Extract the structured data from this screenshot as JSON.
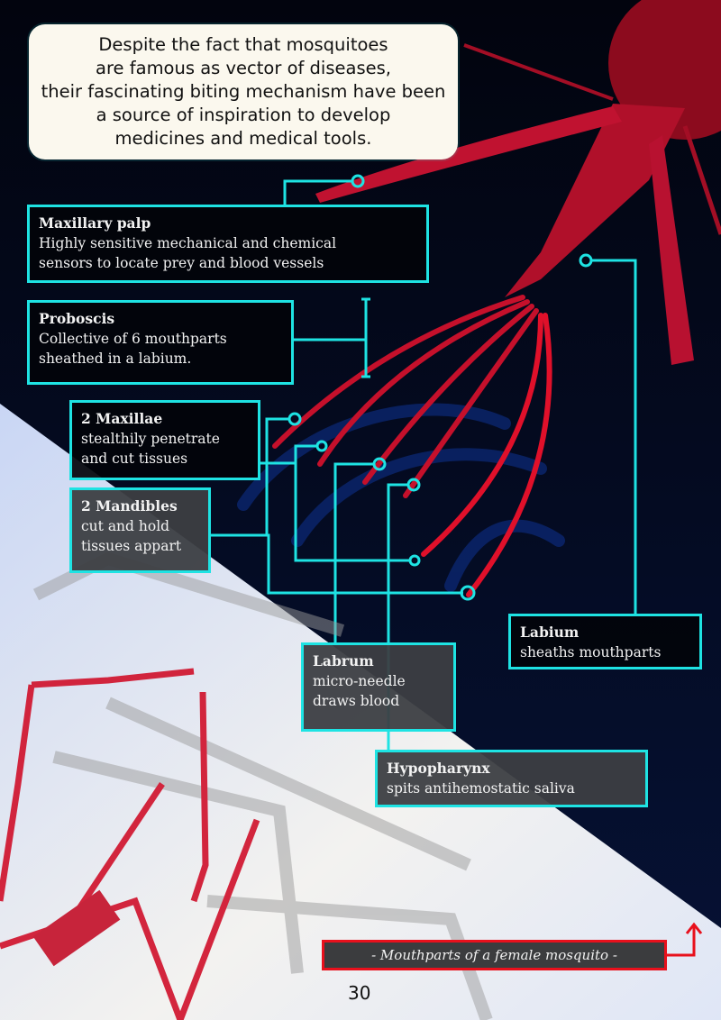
{
  "intro": {
    "lines": [
      "Despite the fact that mosquitoes",
      "are famous as vector of diseases,",
      "their fascinating biting mechanism have been",
      "a source of inspiration to develop",
      "medicines and medical tools."
    ]
  },
  "labels": {
    "maxillary_palp": {
      "title": "Maxillary palp",
      "desc": "Highly sensitive mechanical and chemical\nsensors to locate prey and blood vessels"
    },
    "proboscis": {
      "title": "Proboscis",
      "desc": "Collective of 6 mouthparts\nsheathed in a labium."
    },
    "maxillae": {
      "title": "2 Maxillae",
      "desc": "stealthily penetrate\nand cut tissues"
    },
    "mandibles": {
      "title": "2 Mandibles",
      "desc": "cut and hold\ntissues appart"
    },
    "labium": {
      "title": "Labium",
      "desc": "sheaths mouthparts"
    },
    "labrum": {
      "title": "Labrum",
      "desc": "micro-needle\ndraws blood"
    },
    "hypopharynx": {
      "title": "Hypopharynx",
      "desc": "spits antihemostatic saliva"
    }
  },
  "caption": "- Mouthparts of a female mosquito -",
  "page_number": "30",
  "colors": {
    "background_dark": "#03071a",
    "background_light": "#dde6f7",
    "connector": "#1ee3e3",
    "mosquito_red": "#c8102a",
    "caption_border": "#e8101c"
  },
  "icons": {
    "page_turn": "arrow-up-icon"
  }
}
